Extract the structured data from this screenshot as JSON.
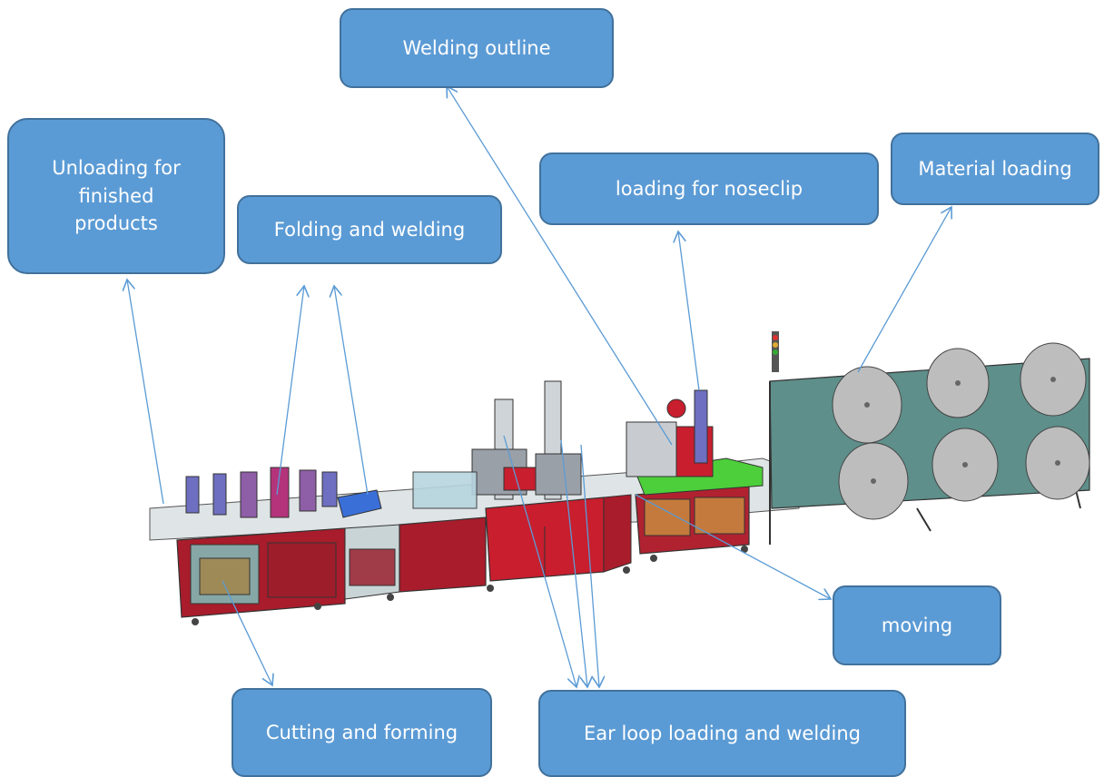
{
  "colors": {
    "box_fill": "#5b9bd5",
    "box_border": "#41719c",
    "arrow": "#5b9bd5",
    "machine_frame": "#a91c2b"
  },
  "labels": {
    "welding_outline": "Welding outline",
    "unloading": "Unloading for finished products",
    "folding": "Folding and welding",
    "noseclip": "loading for noseclip",
    "material": "Material loading",
    "moving": "moving",
    "cutting": "Cutting and forming",
    "earloop": "Ear loop loading and welding"
  }
}
